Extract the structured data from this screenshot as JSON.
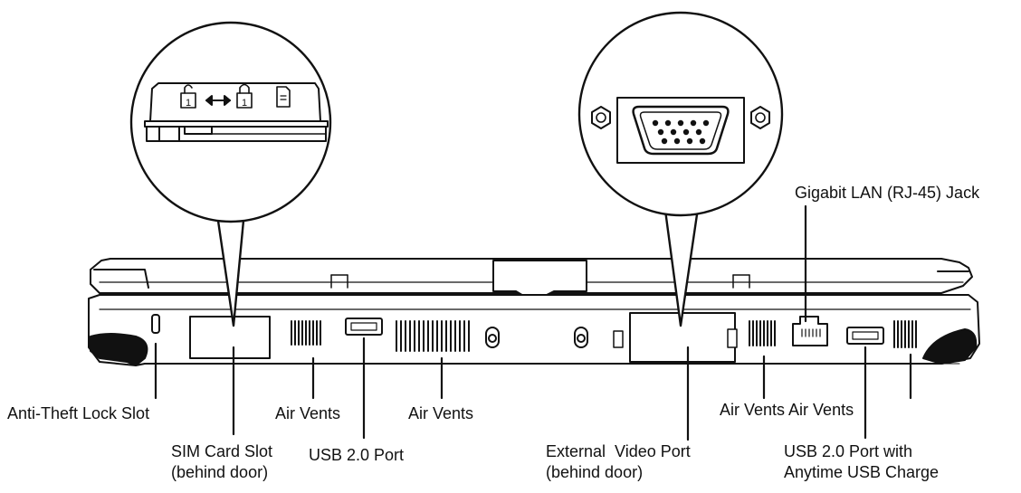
{
  "labels": {
    "gigabit_lan": "Gigabit LAN (RJ-45) Jack",
    "anti_theft": "Anti-Theft Lock Slot",
    "air_vents_1": "Air Vents",
    "air_vents_2": "Air Vents",
    "air_vents_3": "Air Vents Air Vents",
    "sim_slot_line1": "SIM Card Slot",
    "sim_slot_line2": "(behind door)",
    "usb_port": "USB 2.0 Port",
    "video_line1": "External  Video Port",
    "video_line2": "(behind door)",
    "usb_charge_line1": "USB 2.0 Port with",
    "usb_charge_line2": "Anytime USB Charge"
  },
  "zoom_left": {
    "unlock_index": "1",
    "lock_index": "1"
  }
}
